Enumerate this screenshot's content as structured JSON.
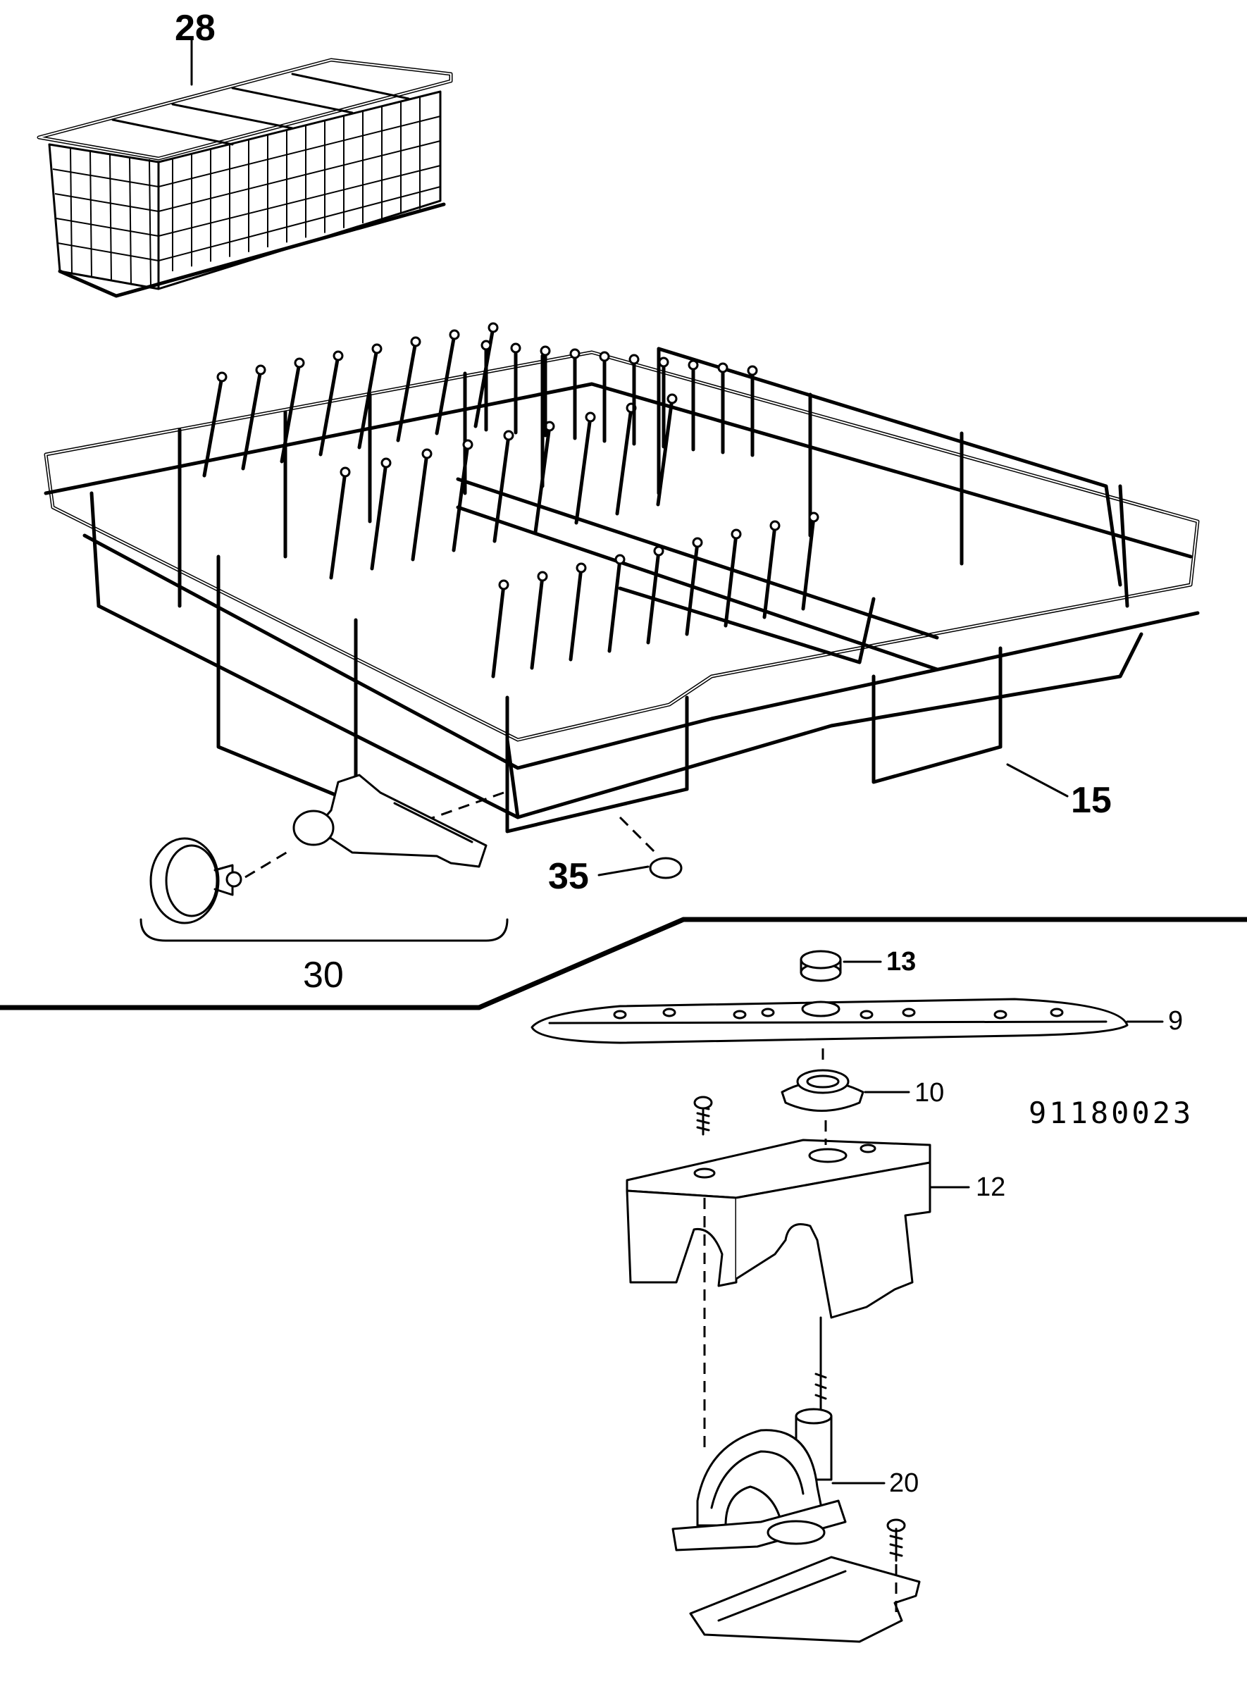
{
  "callouts": {
    "c28": "28",
    "c15": "15",
    "c35": "35",
    "c30": "30",
    "c13": "13",
    "c9": "9",
    "c10": "10",
    "c12": "12",
    "c20": "20"
  },
  "document_number": "91180023",
  "parts": [
    "cutlery-basket",
    "upper-dish-rack",
    "rack-wheel-assembly",
    "rack-end-cap",
    "spray-arm-nut",
    "upper-spray-arm",
    "spray-arm-bearing",
    "water-conduit-cover",
    "water-feed-tube"
  ]
}
